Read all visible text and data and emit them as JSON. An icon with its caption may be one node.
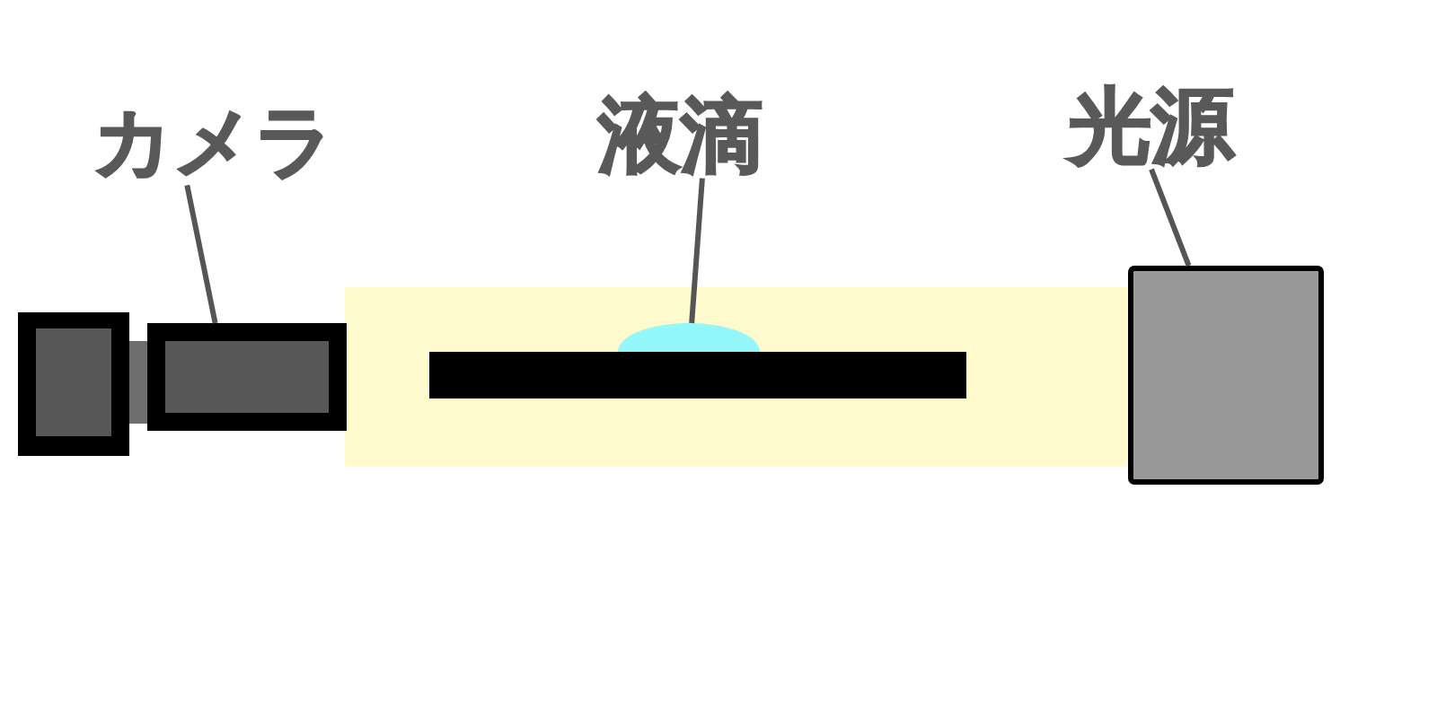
{
  "diagram": {
    "nodes": [
      {
        "text": [
          "カメラ"
        ]
      },
      {
        "text": [],
        "shape": "picture"
      },
      {
        "text": [
          "液滴"
        ]
      },
      {
        "text": [],
        "shape": "drop"
      },
      {
        "text": [],
        "shape": "bar"
      },
      {
        "text": [
          "光源"
        ]
      },
      {
        "text": [],
        "shape": "box"
      }
    ],
    "edges": [
      {
        "from": 0,
        "to": 1,
        "arrow": "none"
      },
      {
        "from": 2,
        "to": 3,
        "arrow": "none"
      },
      {
        "from": 5,
        "to": 6,
        "arrow": "none"
      }
    ]
  }
}
